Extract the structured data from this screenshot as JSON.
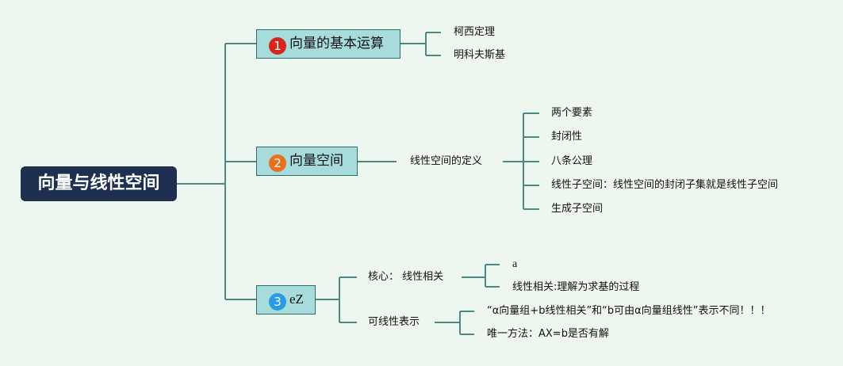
{
  "root": {
    "title": "向量与线性空间"
  },
  "branch1": {
    "number": "1",
    "number_color": "#d9261c",
    "title": "向量的基本运算",
    "children": [
      "柯西定理",
      "明科夫斯基"
    ]
  },
  "branch2": {
    "number": "2",
    "number_color": "#e8701f",
    "title": "向量空间",
    "sub": {
      "label": "线性空间的定义",
      "children": [
        "两个要素",
        "封闭性",
        "八条公理",
        "线性子空间：线性空间的封闭子集就是线性子空间",
        "生成子空间"
      ]
    }
  },
  "branch3": {
    "number": "3",
    "number_color": "#2b9be0",
    "title": "eZ",
    "sub1": {
      "label": "核心： 线性相关",
      "children": [
        "a",
        "线性相关:理解为求基的过程"
      ]
    },
    "sub2": {
      "label": "可线性表示",
      "children": [
        "“α向量组+b线性相关”和“b可由α向量组线性”表示不同！！！",
        "唯一方法：AX=b是否有解"
      ]
    }
  },
  "colors": {
    "line": "#4a8a83",
    "root_bg": "#1e2f4f",
    "branch_bg": "#a8dcdc",
    "background": "#eef7ef"
  }
}
